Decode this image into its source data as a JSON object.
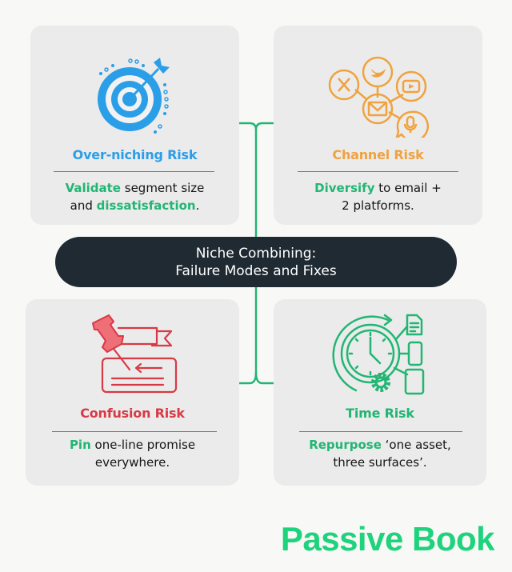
{
  "diagram": {
    "title_line1": "Niche Combining:",
    "title_line2": "Failure Modes and Fixes",
    "brand": "Passive Book",
    "colors": {
      "background": "#f8f8f7",
      "card": "#ebebeb",
      "pill": "#1f2a33",
      "connector": "#22b573",
      "highlight": "#22b573",
      "brand": "#1fd27c"
    },
    "cards": [
      {
        "position": "top-left",
        "icon": "target-arrow-icon",
        "title": "Over-niching Risk",
        "title_color": "#2b9ee8",
        "fix_keyword": "Validate",
        "fix_text_1": " segment size",
        "fix_text_2": "and ",
        "fix_keyword_2": "dissatisfaction",
        "fix_text_3": "."
      },
      {
        "position": "top-right",
        "icon": "channel-network-icon",
        "title": "Channel Risk",
        "title_color": "#f0a23e",
        "fix_keyword": "Diversify",
        "fix_text_1": " to email +",
        "fix_text_2": "2 platforms."
      },
      {
        "position": "bottom-left",
        "icon": "pushpin-banner-icon",
        "title": "Confusion Risk",
        "title_color": "#d83a45",
        "fix_keyword": "Pin",
        "fix_text_1": " one-line promise",
        "fix_text_2": "everywhere."
      },
      {
        "position": "bottom-right",
        "icon": "clock-repurpose-icon",
        "title": "Time Risk",
        "title_color": "#22b573",
        "fix_keyword": "Repurpose",
        "fix_text_1": " ‘one asset,",
        "fix_text_2": "three surfaces’."
      }
    ]
  }
}
